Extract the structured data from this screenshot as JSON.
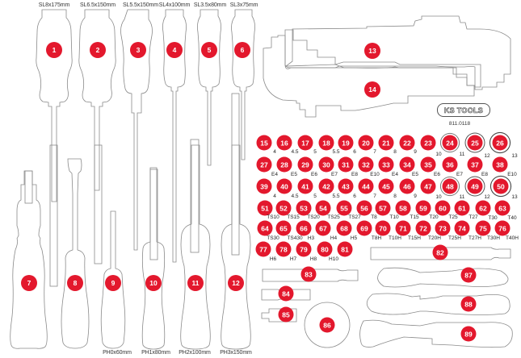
{
  "top_labels": [
    "SL8x175mm",
    "SL6.5x150mm",
    "SL5.5x150mm",
    "SL4x100mm",
    "SL3.5x80mm",
    "SL3x75mm"
  ],
  "bottom_labels": [
    "PH0x60mm",
    "PH1x80mm",
    "PH2x100mm",
    "PH3x150mm"
  ],
  "logo": {
    "text": "KS TOOLS",
    "article_number": "811.0118"
  },
  "badge_color": "#e3182d",
  "screwdrivers": [
    "1",
    "2",
    "3",
    "4",
    "5",
    "6",
    "7",
    "8",
    "9",
    "10",
    "11",
    "12"
  ],
  "large_tools": [
    "13",
    "14"
  ],
  "bit_rows": [
    {
      "badges": [
        "15",
        "16",
        "17",
        "18",
        "19",
        "20",
        "21",
        "22",
        "23",
        "24",
        "25",
        "26"
      ],
      "sizes": [
        "4",
        "4.5",
        "5",
        "5.5",
        "6",
        "7",
        "8",
        "9",
        "10",
        "11",
        "12",
        "13"
      ]
    },
    {
      "badges": [
        "27",
        "28",
        "29",
        "30",
        "31",
        "32",
        "33",
        "34",
        "35",
        "36",
        "37",
        "38"
      ],
      "sizes": [
        "E4",
        "E5",
        "E6",
        "E7",
        "E8",
        "E10",
        "E4",
        "E5",
        "E6",
        "E7",
        "E8",
        "E10"
      ]
    },
    {
      "badges": [
        "39",
        "40",
        "41",
        "42",
        "43",
        "44",
        "45",
        "46",
        "47",
        "48",
        "49",
        "50"
      ],
      "sizes": [
        "4",
        "4.5",
        "5",
        "5.5",
        "6",
        "7",
        "8",
        "9",
        "10",
        "11",
        "12",
        "13"
      ]
    },
    {
      "badges": [
        "51",
        "52",
        "53",
        "54",
        "55",
        "56",
        "57",
        "58",
        "59",
        "60",
        "61",
        "62",
        "63"
      ],
      "sizes": [
        "TS10",
        "TS15",
        "TS20",
        "TS25",
        "TS27",
        "T8",
        "T10",
        "T15",
        "T20",
        "T25",
        "T27",
        "T30",
        "T40"
      ]
    },
    {
      "badges": [
        "64",
        "65",
        "66",
        "67",
        "68",
        "69",
        "70",
        "71",
        "72",
        "73",
        "74",
        "75",
        "76"
      ],
      "sizes": [
        "TS30",
        "TS430",
        "H3",
        "H4",
        "H5",
        "T8H",
        "T10H",
        "T15H",
        "T20H",
        "T25H",
        "T27H",
        "T30H",
        "T40H"
      ]
    },
    {
      "badges": [
        "77",
        "78",
        "79",
        "80",
        "81"
      ],
      "sizes": [
        "H6",
        "H7",
        "H8",
        "H10"
      ]
    }
  ],
  "accessories": [
    "82",
    "83",
    "84",
    "85",
    "86",
    "87",
    "88",
    "89"
  ]
}
